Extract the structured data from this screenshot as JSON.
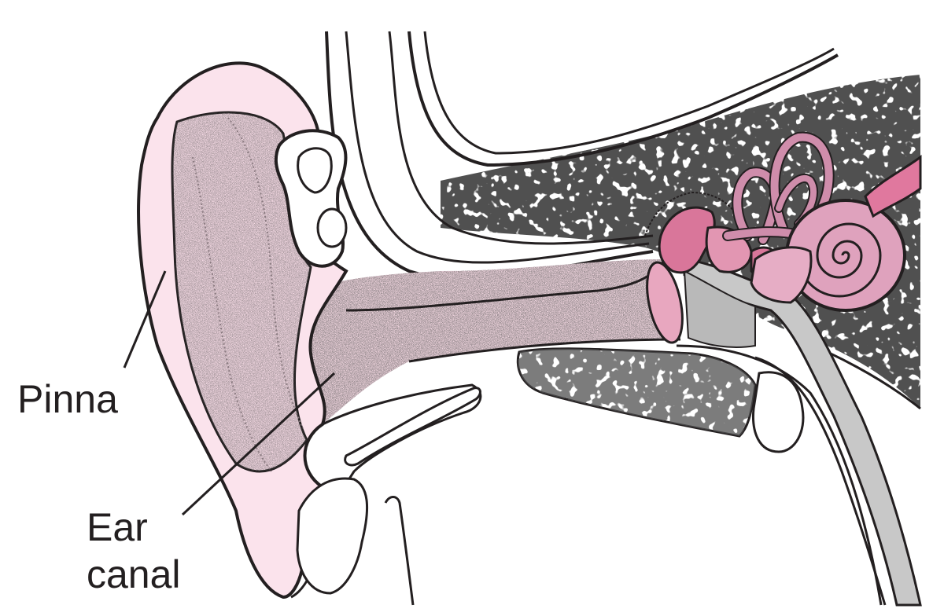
{
  "labels": {
    "pinna": "Pinna",
    "ear_canal_line1": "Ear",
    "ear_canal_line2": "canal"
  },
  "colors": {
    "background": "#ffffff",
    "outline": "#231f20",
    "pinna_fill": "#fbe3ec",
    "canal_fill": "#f7dbe5",
    "bone_speckle": "#1a1a1a",
    "cochlea_fill": "#dfa2bd",
    "canal_loop_fill": "#cf8dab",
    "ossicle_fill": "#d9769a",
    "nerve_fill": "#e0789e",
    "tube_fill": "#c8c8c8"
  }
}
